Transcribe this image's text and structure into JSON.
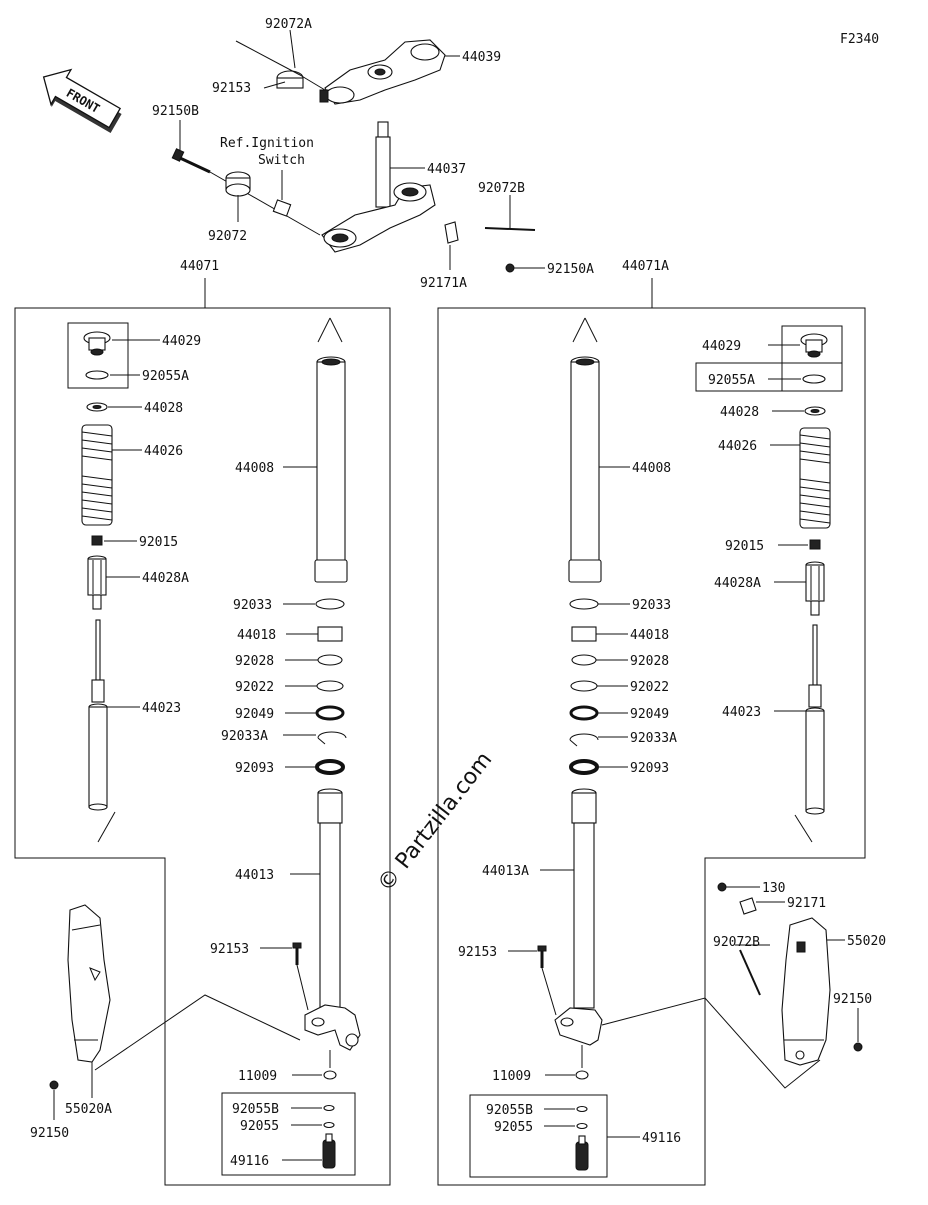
{
  "diagram_code": "F2340",
  "front_arrow_label": "FRONT",
  "ref_note": {
    "line1": "Ref.Ignition",
    "line2": "Switch"
  },
  "watermark": "© Partzilla.com",
  "labels": {
    "p92072A": "92072A",
    "p44039": "44039",
    "p92153_top": "92153",
    "p92150B": "92150B",
    "p44037": "44037",
    "p92072B_top": "92072B",
    "p92072": "92072",
    "p92150A": "92150A",
    "p92171A": "92171A",
    "p44071": "44071",
    "p44071A": "44071A",
    "L_44029": "44029",
    "L_92055A": "92055A",
    "L_44028": "44028",
    "L_44026": "44026",
    "L_92015": "92015",
    "L_44028A": "44028A",
    "L_44023": "44023",
    "L_44008": "44008",
    "L_92033": "92033",
    "L_44018": "44018",
    "L_92028": "92028",
    "L_92022": "92022",
    "L_92049": "92049",
    "L_92033A": "92033A",
    "L_92093": "92093",
    "L_44013": "44013",
    "L_92153": "92153",
    "L_11009": "11009",
    "L_92055B": "92055B",
    "L_92055": "92055",
    "L_49116": "49116",
    "L_55020A": "55020A",
    "L_92150": "92150",
    "R_44029": "44029",
    "R_92055A": "92055A",
    "R_44028": "44028",
    "R_44026": "44026",
    "R_92015": "92015",
    "R_44028A": "44028A",
    "R_44023": "44023",
    "R_44008": "44008",
    "R_92033": "92033",
    "R_44018": "44018",
    "R_92028": "92028",
    "R_92022": "92022",
    "R_92049": "92049",
    "R_92033A": "92033A",
    "R_92093": "92093",
    "R_44013A": "44013A",
    "R_92153": "92153",
    "R_11009": "11009",
    "R_92055B": "92055B",
    "R_92055": "92055",
    "R_49116": "49116",
    "R_130": "130",
    "R_92171": "92171",
    "R_92072B": "92072B",
    "R_55020": "55020",
    "R_92150": "92150"
  }
}
